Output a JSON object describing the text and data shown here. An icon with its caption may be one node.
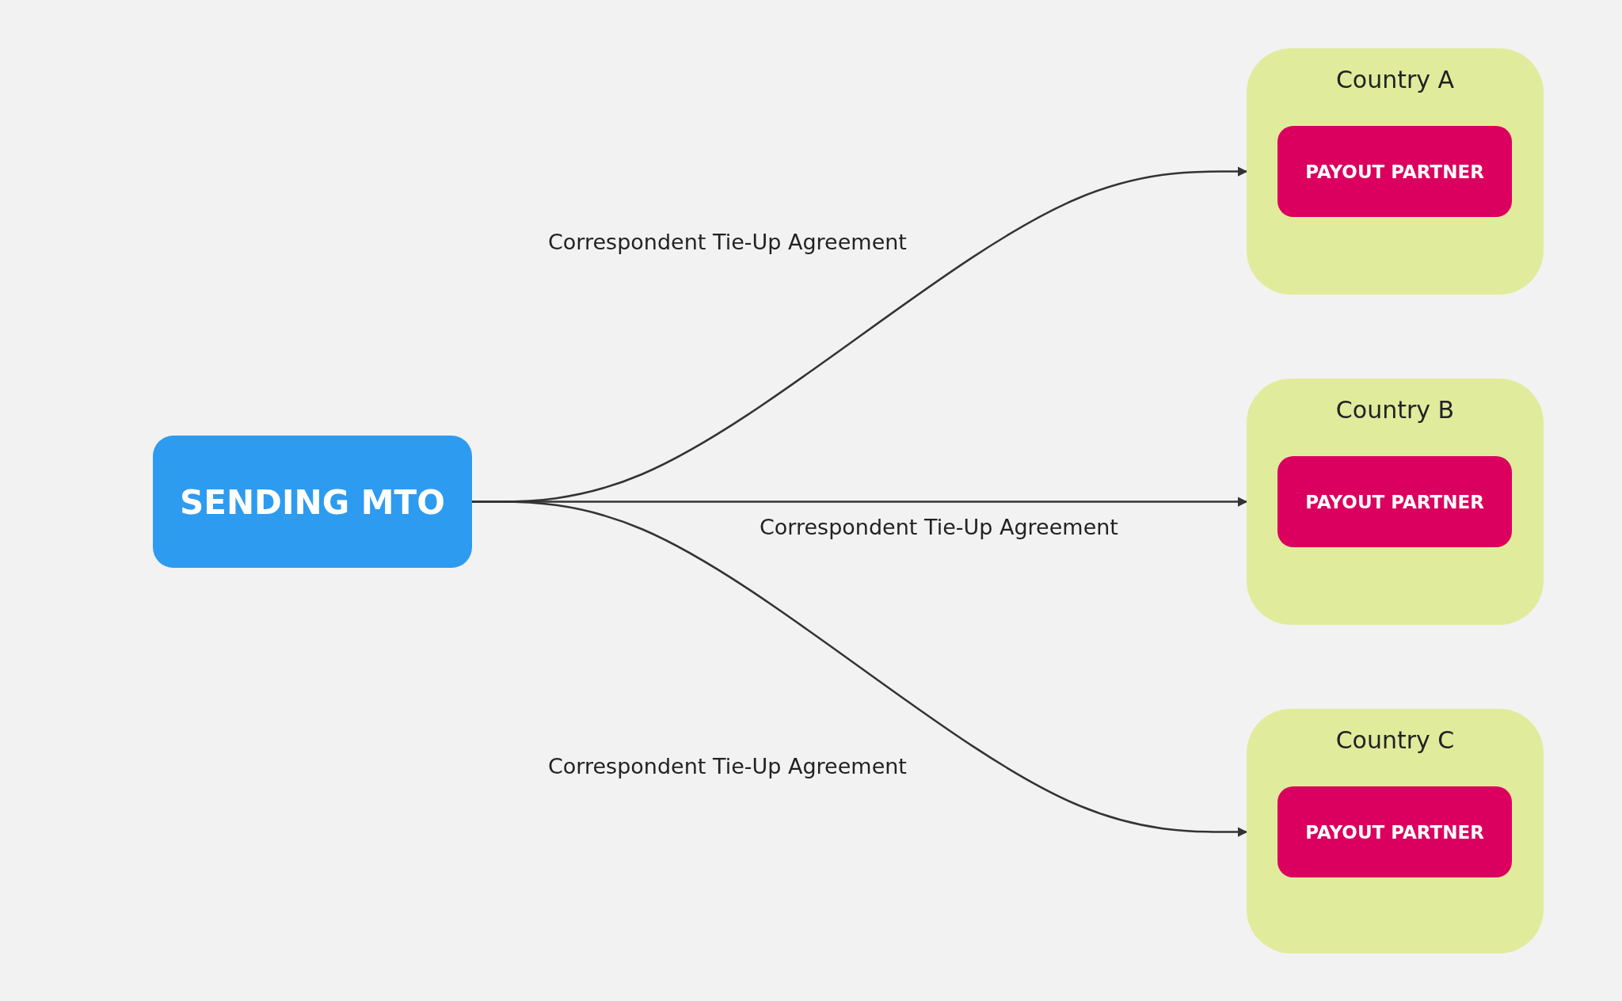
{
  "diagram": {
    "nodes": [
      {
        "text": [
          "SENDING MTO"
        ]
      },
      {
        "text": [
          "Country A"
        ]
      },
      {
        "text": [
          "PAYOUT PARTNER"
        ],
        "in": 1
      },
      {
        "text": [
          "Country B"
        ]
      },
      {
        "text": [
          "PAYOUT PARTNER"
        ],
        "in": 3
      },
      {
        "text": [
          "Country C"
        ]
      },
      {
        "text": [
          "PAYOUT PARTNER"
        ],
        "in": 5
      }
    ],
    "edges": [
      {
        "from": 0,
        "to": 1,
        "arrow": "to",
        "label": "Correspondent Tie-Up Agreement"
      },
      {
        "from": 0,
        "to": 3,
        "arrow": "to",
        "label": "Correspondent Tie-Up Agreement"
      },
      {
        "from": 0,
        "to": 5,
        "arrow": "to",
        "label": "Correspondent Tie-Up Agreement"
      }
    ]
  }
}
